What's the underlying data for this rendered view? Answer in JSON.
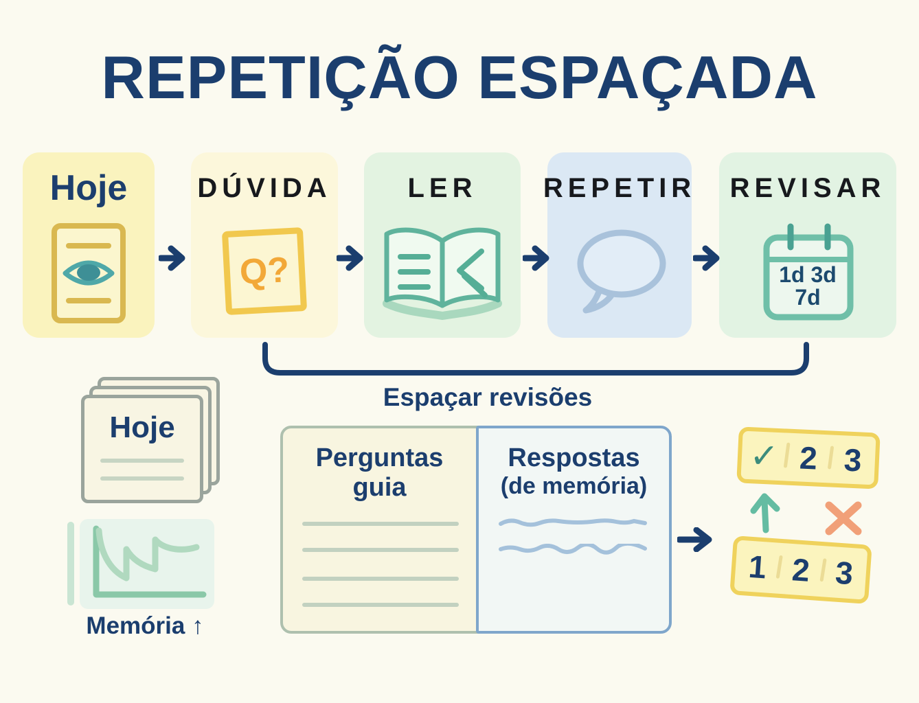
{
  "title": "REPETIÇÃO ESPAÇADA",
  "flow": {
    "steps": [
      {
        "label": "Hoje"
      },
      {
        "label": "DÚVIDA",
        "note_text": "Q?"
      },
      {
        "label": "LER"
      },
      {
        "label": "REPETIR"
      },
      {
        "label": "REVISAR",
        "calendar_line1": "1d 3d",
        "calendar_line2": "7d"
      }
    ],
    "bracket_label": "Espaçar revisões"
  },
  "left_panel": {
    "stack_label": "Hoje",
    "memory_label": "Memória ↑"
  },
  "worksheet": {
    "questions_header_line1": "Perguntas",
    "questions_header_line2": "guia",
    "answers_header_line1": "Respostas",
    "answers_header_line2": "(de memória)"
  },
  "scoring": {
    "top_row": [
      "✓",
      "2",
      "3"
    ],
    "bottom_row": [
      "1",
      "2",
      "3"
    ]
  },
  "colors": {
    "background": "#FBFAF0",
    "title_navy": "#1B3E6E",
    "card_yellow": "#FAF3BE",
    "card_cream": "#FCF7DB",
    "card_green": "#E3F3E1",
    "card_blue": "#DBE8F4",
    "gold": "#D9B850",
    "note_border": "#F1C84E",
    "question_orange": "#F2A838",
    "book_teal": "#5FB39C",
    "bubble_blue": "#A9C2DB",
    "calendar_teal": "#6FBFA8",
    "sage_border": "#AEC0AE",
    "answer_blue_border": "#7FA6CB",
    "bar_fill": "#FBF4BE",
    "bar_border": "#EFD25C",
    "check_teal": "#3C8C7C",
    "up_arrow_green": "#64BCA2",
    "x_orange": "#F1A078"
  }
}
